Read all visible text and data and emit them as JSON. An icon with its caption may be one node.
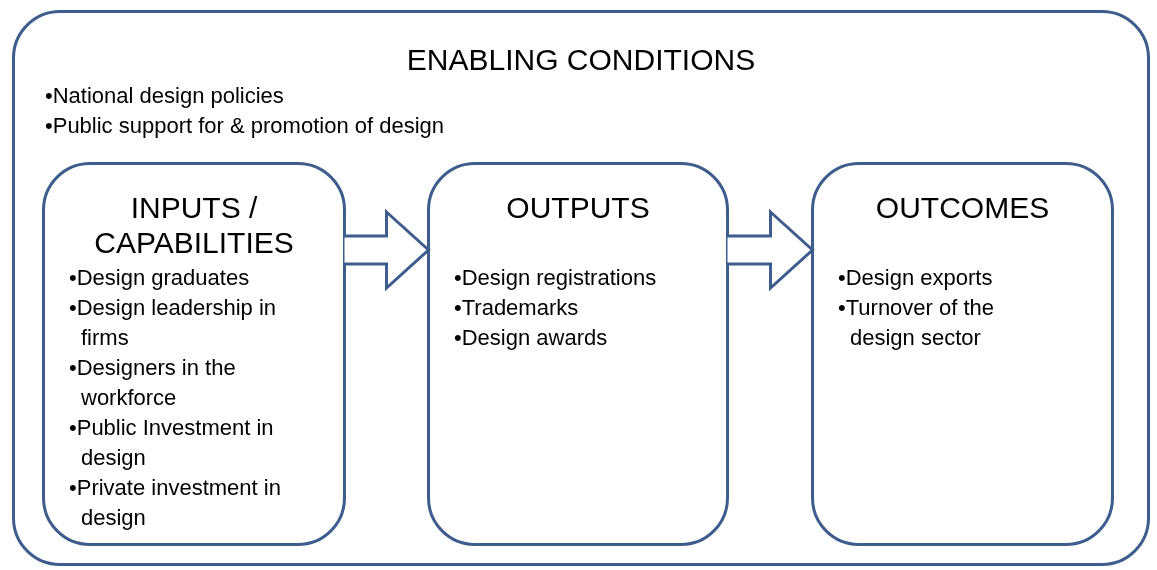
{
  "diagram": {
    "nodes": [
      {
        "text": [
          "ENABLING CONDITIONS",
          "•National design policies",
          "•Public support for & promotion of design"
        ]
      },
      {
        "text": [
          "INPUTS / CAPABILITIES",
          "•Design graduates",
          "•Design leadership in firms",
          "•Designers in the workforce",
          "•Public Investment in design",
          "•Private investment in design"
        ],
        "in": 0
      },
      {
        "text": [
          "OUTPUTS",
          "•Design registrations",
          "•Trademarks",
          "•Design awards"
        ],
        "in": 0
      },
      {
        "text": [
          "OUTCOMES",
          "•Design exports",
          "•Turnover of the design sector"
        ],
        "in": 0
      }
    ],
    "edges": [
      {
        "from": 1,
        "to": 2,
        "arrow": "to"
      },
      {
        "from": 2,
        "to": 3,
        "arrow": "to"
      }
    ]
  }
}
